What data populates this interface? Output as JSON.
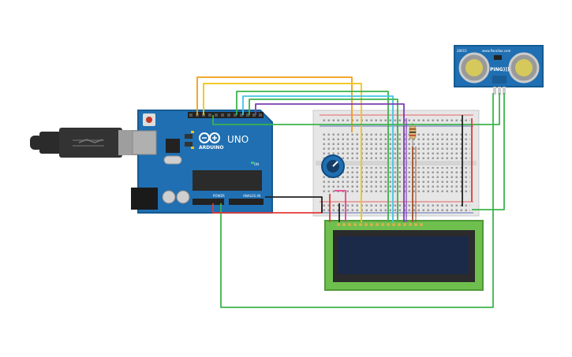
{
  "arduino": {
    "brand": "ARDUINO",
    "model": "UNO",
    "header_power": "POWER",
    "header_analog": "ANALOG IN",
    "on_label": "ON"
  },
  "sensor": {
    "label": "PING))) ",
    "brand_text": "www.Parallax.com",
    "model_text": "28015"
  },
  "colors": {
    "board": "#1f6fb2",
    "breadboard": "#e6e6e6",
    "lcd_pcb": "#6fbf4f",
    "lcd_screen": "#1c2a4a",
    "sensor_pcb": "#1f6fb2",
    "wire_orange": "#f39c12",
    "wire_yellow": "#f1c40f",
    "wire_green": "#3cb44b",
    "wire_cyan": "#42c5e8",
    "wire_purple": "#7b3fb0",
    "wire_red": "#e53935",
    "wire_black": "#222222",
    "wire_pink": "#e84393",
    "wire_brown": "#a0522d"
  }
}
